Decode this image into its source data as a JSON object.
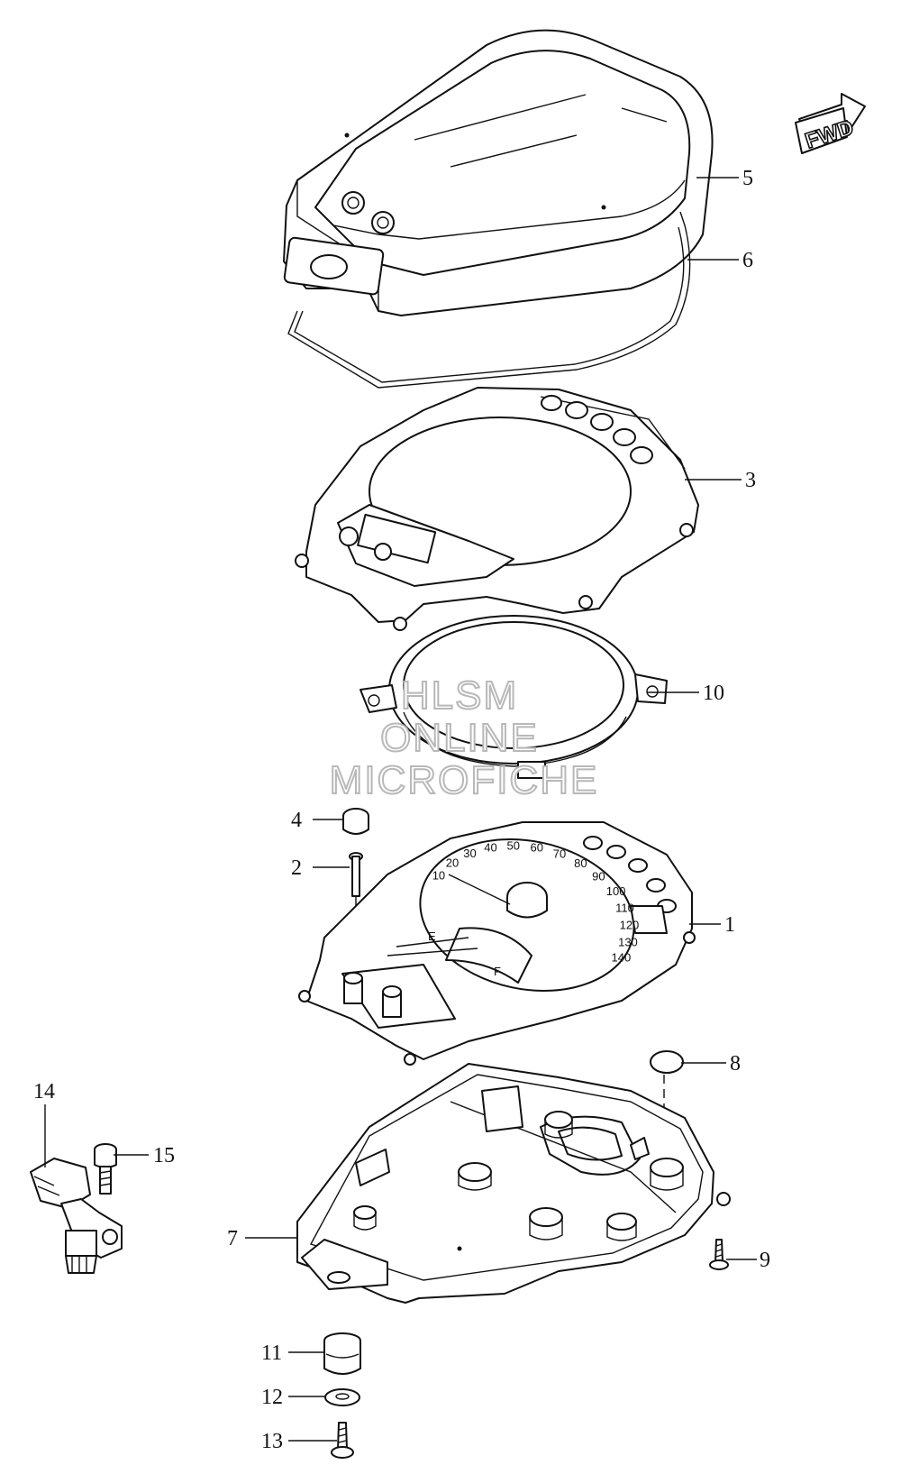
{
  "direction_arrow": {
    "label": "FWD"
  },
  "watermark": {
    "line1": "HLSM",
    "line2": "ONLINE",
    "line3": "MICROFICHE"
  },
  "callouts": [
    {
      "id": "c5",
      "label": "5"
    },
    {
      "id": "c6",
      "label": "6"
    },
    {
      "id": "c3",
      "label": "3"
    },
    {
      "id": "c10",
      "label": "10"
    },
    {
      "id": "c4",
      "label": "4"
    },
    {
      "id": "c2",
      "label": "2"
    },
    {
      "id": "c1",
      "label": "1"
    },
    {
      "id": "c8",
      "label": "8"
    },
    {
      "id": "c14",
      "label": "14"
    },
    {
      "id": "c15",
      "label": "15"
    },
    {
      "id": "c7",
      "label": "7"
    },
    {
      "id": "c9",
      "label": "9"
    },
    {
      "id": "c11",
      "label": "11"
    },
    {
      "id": "c12",
      "label": "12"
    },
    {
      "id": "c13",
      "label": "13"
    }
  ],
  "speedometer_dial": {
    "numbers": [
      "10",
      "20",
      "30",
      "40",
      "50",
      "60",
      "70",
      "80",
      "90",
      "100",
      "110",
      "120",
      "130",
      "140"
    ],
    "fuel_marks": [
      "E",
      "F"
    ]
  }
}
